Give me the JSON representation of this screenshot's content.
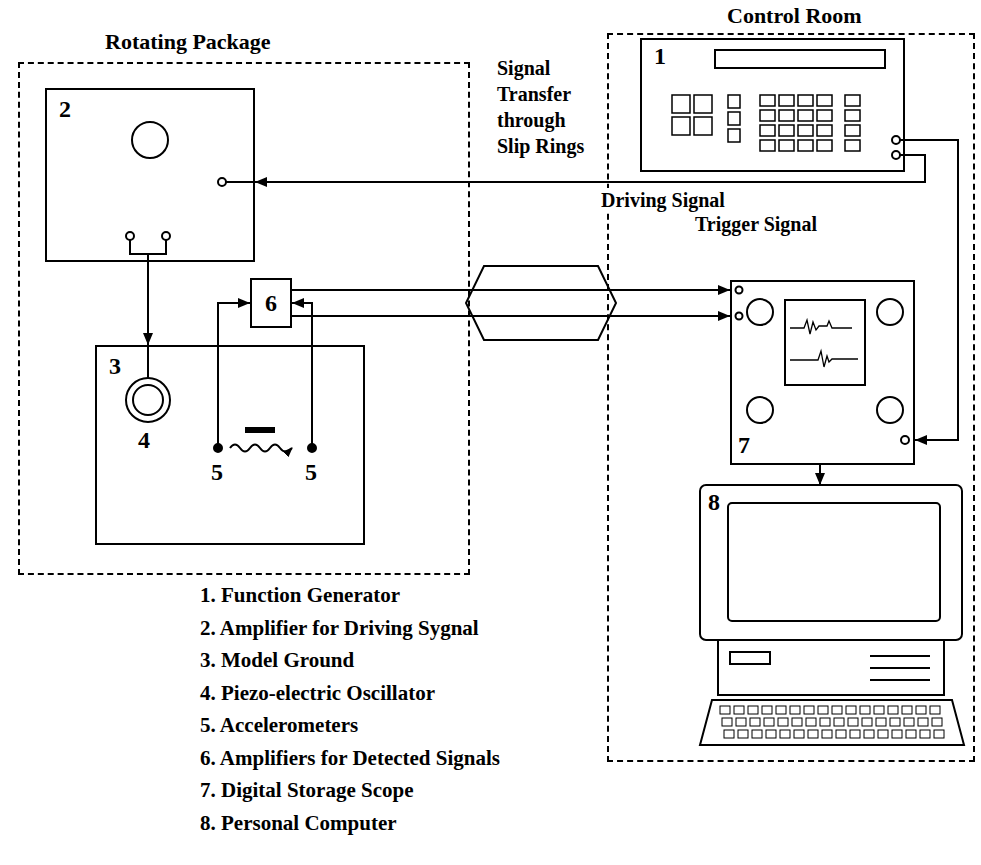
{
  "diagram": {
    "nodes": [
      {
        "text": [
          "Rotating Package"
        ]
      },
      {
        "text": [
          "2"
        ],
        "in": 0
      },
      {
        "text": [
          "3"
        ],
        "in": 0
      },
      {
        "text": [
          "6"
        ],
        "in": 0
      },
      {
        "text": [
          "Control Room"
        ]
      },
      {
        "text": [
          "1"
        ],
        "in": 4
      },
      {
        "text": [
          "7"
        ],
        "in": 4
      },
      {
        "text": [
          "8"
        ],
        "in": 4
      }
    ],
    "edges": [
      {
        "from": 5,
        "to": 1,
        "arrow": "to",
        "label": "Driving Signal"
      },
      {
        "from": 5,
        "to": 6,
        "arrow": "to",
        "label": "Trigger Signal"
      },
      {
        "from": 1,
        "to": 2,
        "arrow": "to"
      },
      {
        "from": 2,
        "to": 3,
        "arrow": "to"
      },
      {
        "from": 2,
        "to": 3,
        "arrow": "to"
      },
      {
        "from": 3,
        "to": 6,
        "arrow": "to"
      },
      {
        "from": 3,
        "to": 6,
        "arrow": "to"
      },
      {
        "from": 6,
        "to": 7,
        "arrow": "to"
      }
    ],
    "labels": [
      "Signal Transfer through Slip Rings",
      "4",
      "5",
      "5",
      "1. Function Generator",
      "2. Amplifier for Driving Sygnal",
      "3. Model Ground",
      "4. Piezo-electric Oscillator",
      "5. Accelerometers",
      "6. Amplifiers for Detected Signals",
      "7. Digital Storage Scope",
      "8. Personal Computer"
    ]
  }
}
